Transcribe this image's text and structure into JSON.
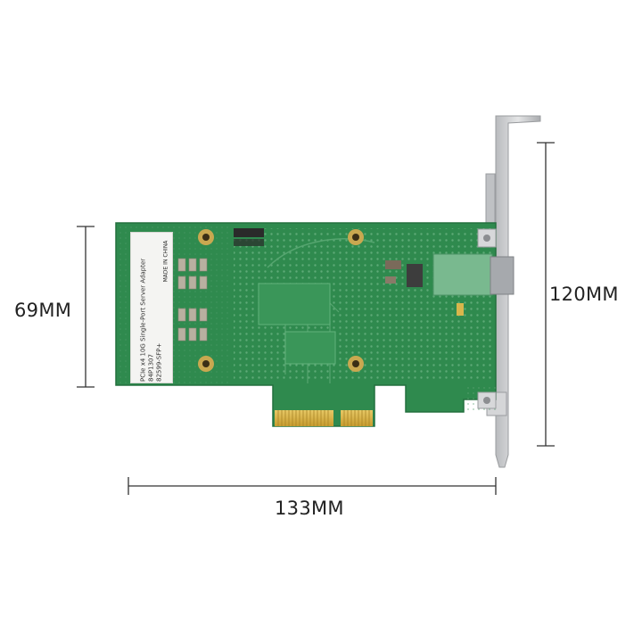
{
  "dimensions": {
    "height_label": "69MM",
    "bracket_label": "120MM",
    "width_label": "133MM"
  },
  "product_label": {
    "line1": "PCIe x4 10G Single-Port Server Adapter",
    "line2": "84P1307",
    "line3": "82599-SFP+",
    "origin": "MADE IN CHINA"
  },
  "colors": {
    "pcb_green": "#2f8a4e",
    "bracket_silver": "#c9cbcd",
    "gold_fingers": "#d7b24a",
    "dimension_line": "#333333"
  }
}
